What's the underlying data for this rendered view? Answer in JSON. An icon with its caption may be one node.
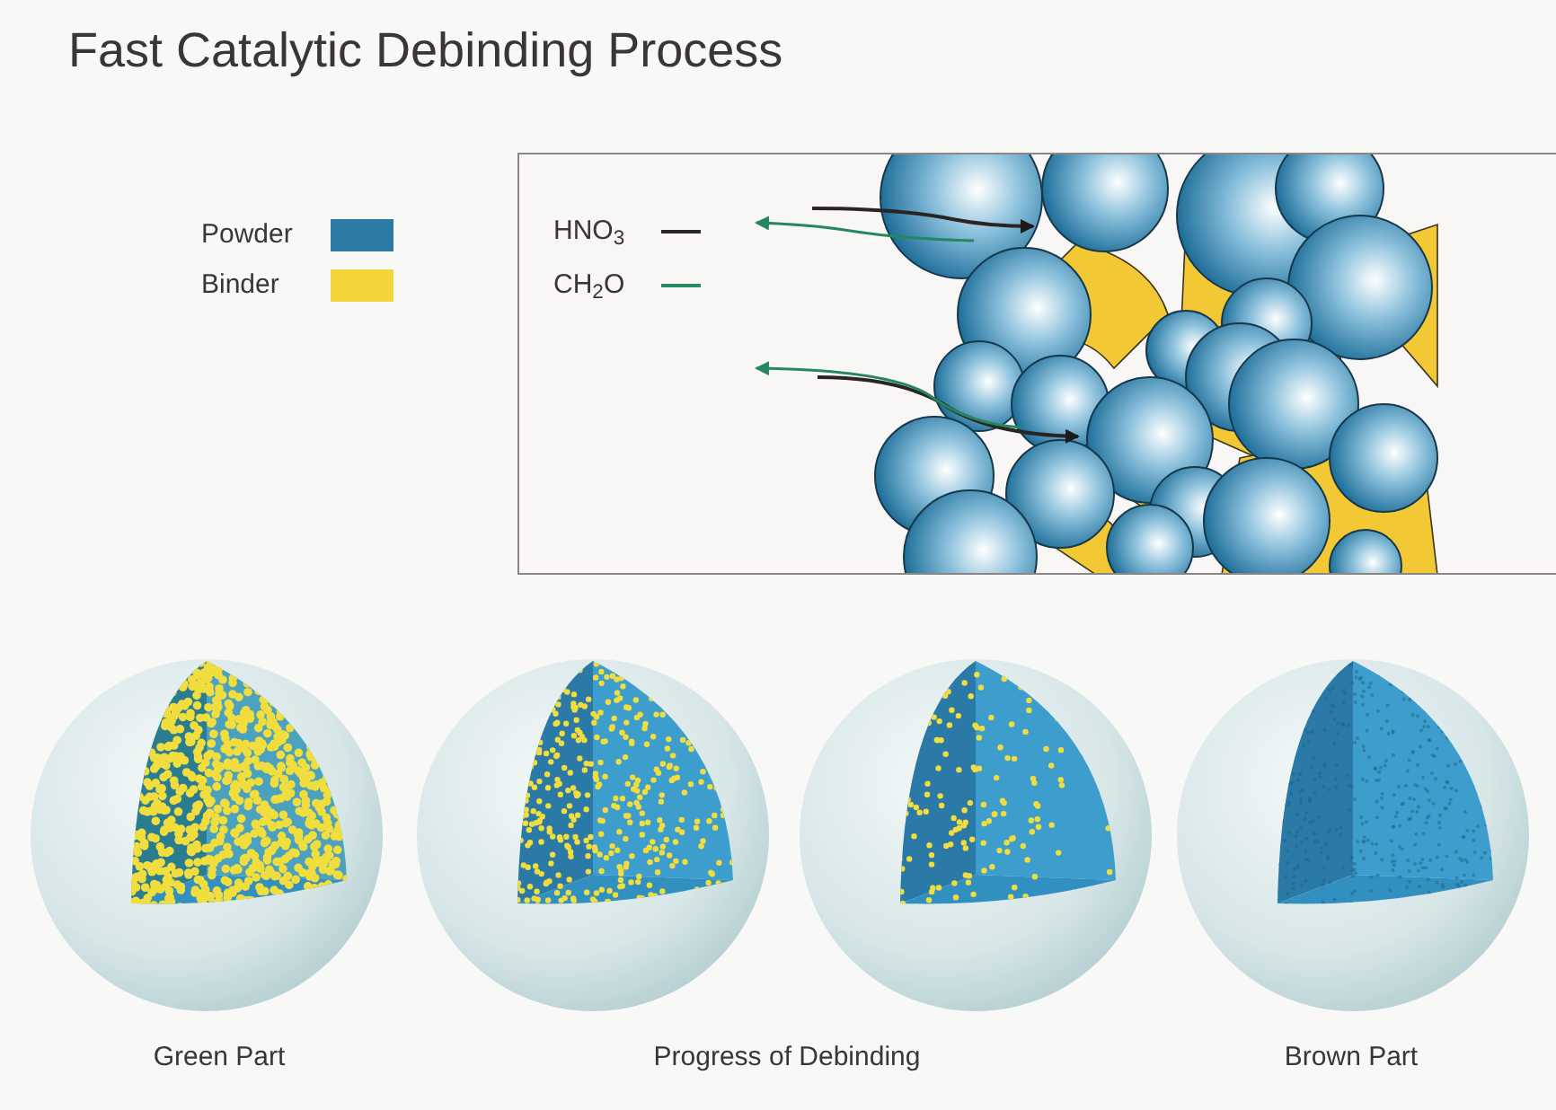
{
  "diagram": {
    "title": "Fast Catalytic Debinding Process",
    "labels": [
      "Green Part",
      "Progress of Debinding",
      "Brown Part"
    ],
    "legend": [
      {
        "text": "Powder",
        "color": "#2c7aa6"
      },
      {
        "text": "Binder",
        "color": "#f3d53a"
      },
      {
        "text": "HNO$_{3}$"
      },
      {
        "text": "CH$_{2}$O"
      }
    ]
  }
}
